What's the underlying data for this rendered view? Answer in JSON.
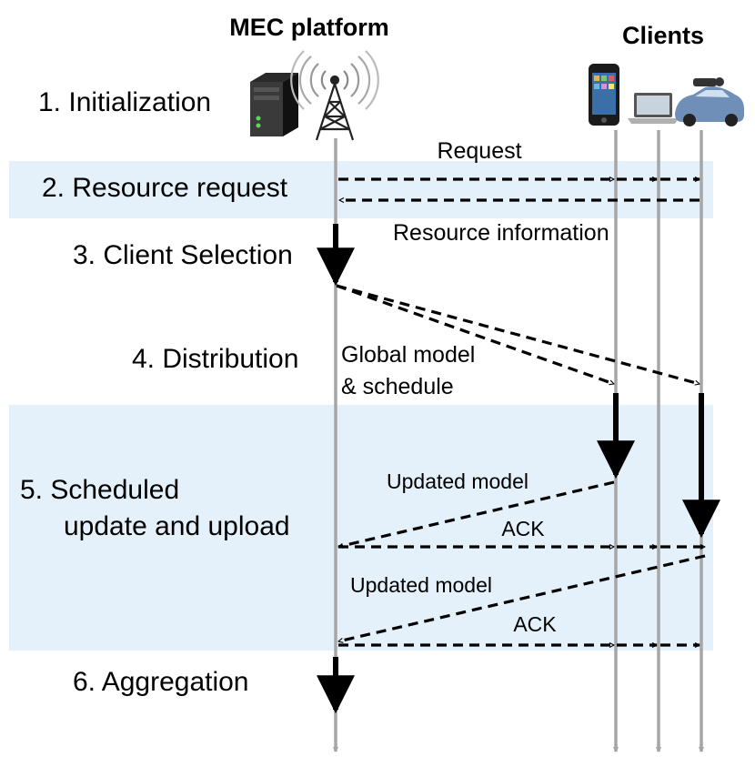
{
  "headers": {
    "platform": "MEC platform",
    "clients": "Clients"
  },
  "steps": [
    "1. Initialization",
    "2. Resource request",
    "3. Client Selection",
    "4. Distribution",
    "5. Scheduled",
    "update and upload",
    "6. Aggregation"
  ],
  "messages": {
    "request": "Request",
    "resource_info": "Resource information",
    "global_model_1": "Global model",
    "global_model_2": "& schedule",
    "updated_model_a": "Updated model",
    "ack_a": "ACK",
    "updated_model_b": "Updated model",
    "ack_b": "ACK"
  },
  "icons": [
    "server-icon",
    "antenna-tower-icon",
    "smartphone-icon",
    "laptop-icon",
    "car-icon"
  ],
  "colors": {
    "band": "#e5f1fa",
    "lifeline": "#a6a6a6",
    "arrow": "#000000"
  }
}
